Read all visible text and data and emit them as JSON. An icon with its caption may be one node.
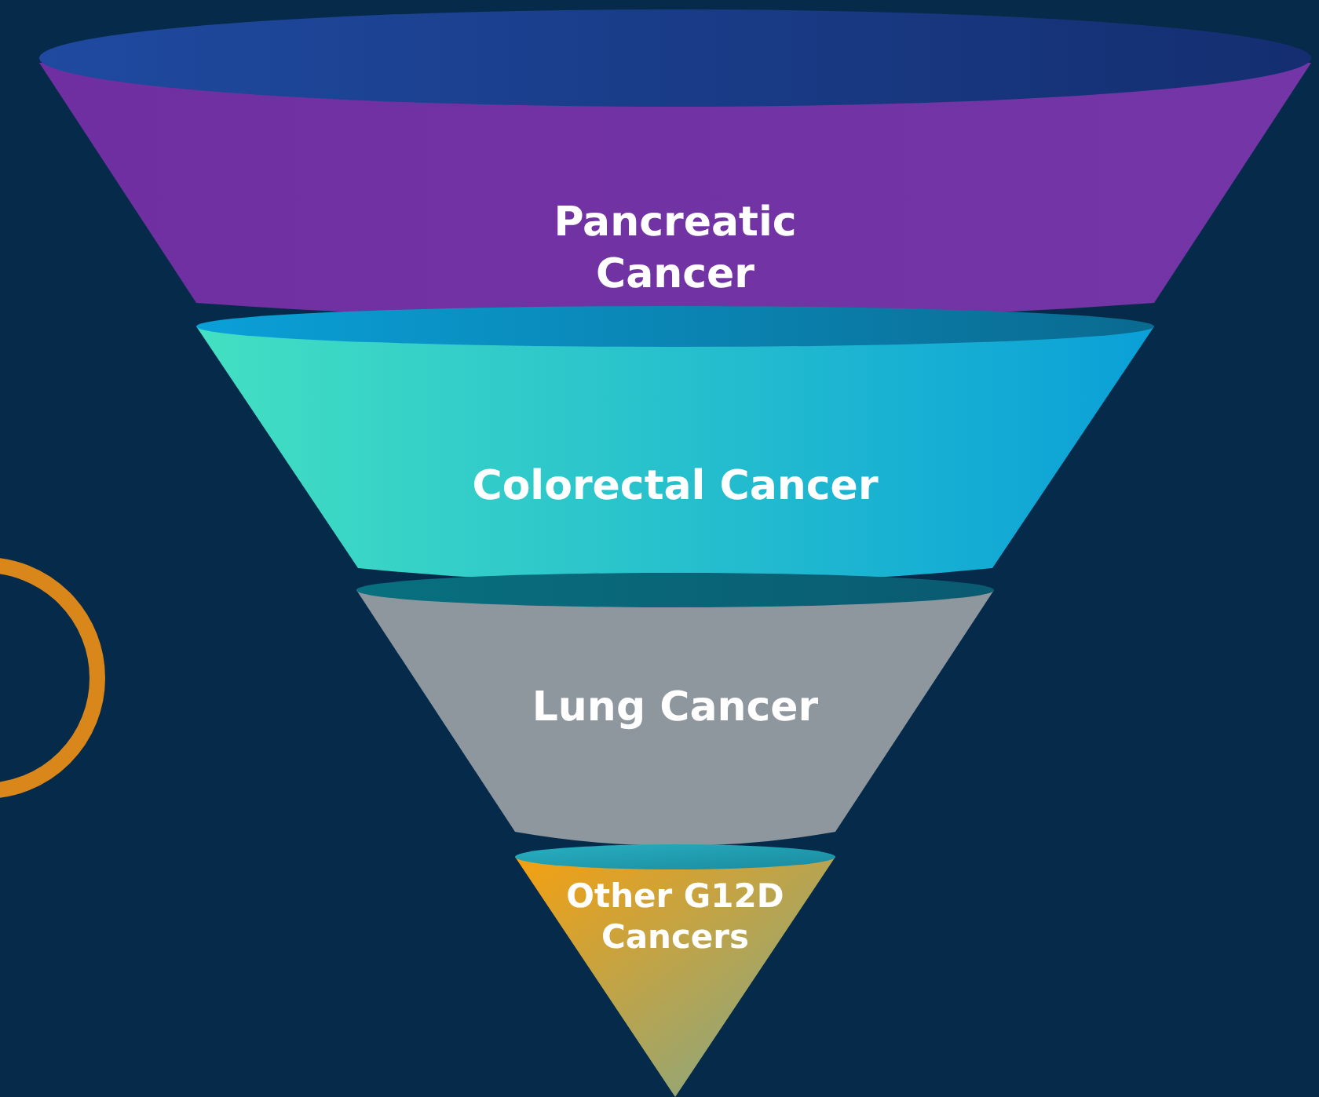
{
  "diagram": {
    "nodes": [
      {
        "text": [
          "Pancreatic Cancer"
        ]
      },
      {
        "text": [
          "Colorectal Cancer"
        ]
      },
      {
        "text": [
          "Lung Cancer"
        ]
      },
      {
        "text": [
          "Other G12D Cancers"
        ]
      }
    ]
  }
}
